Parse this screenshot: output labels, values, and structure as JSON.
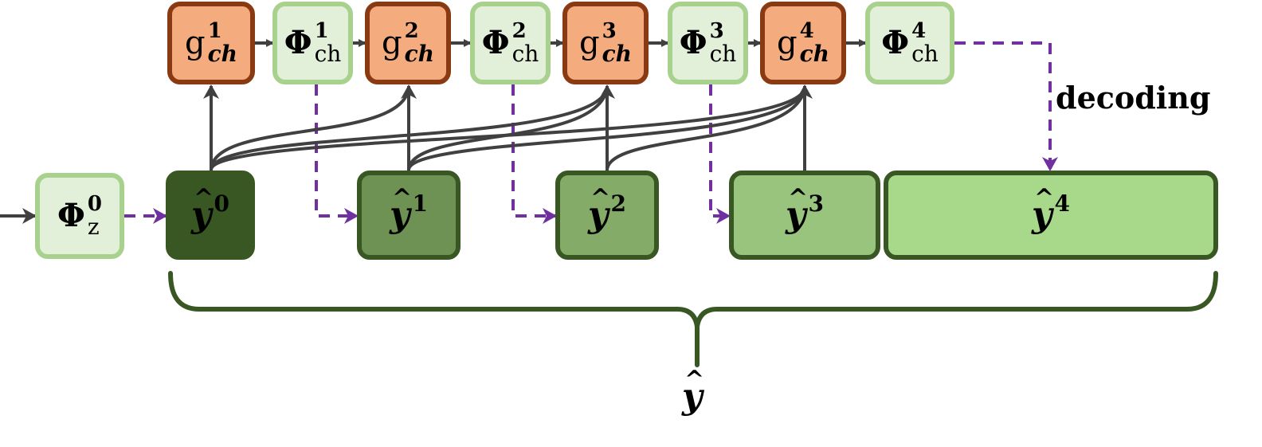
{
  "labels": {
    "g_base": "g",
    "g_sub": "ch",
    "phi_base": "Φ",
    "phi_ch_sub": "ch",
    "phi_z_sub": "z",
    "y_base": "y",
    "hat": "^",
    "decoding": "decoding"
  },
  "steps": [
    {
      "sup": "1"
    },
    {
      "sup": "2"
    },
    {
      "sup": "3"
    },
    {
      "sup": "4"
    }
  ],
  "phi_z": {
    "sup": "0"
  },
  "latents": [
    {
      "sup": "0"
    },
    {
      "sup": "1"
    },
    {
      "sup": "2"
    },
    {
      "sup": "3"
    },
    {
      "sup": "4"
    }
  ],
  "colors": {
    "g_fill": "#f4ac7f",
    "g_border": "#8a3a12",
    "phi_fill": "#e2f0d9",
    "phi_border": "#a9d18e",
    "y_border": "#385723",
    "arrow_dark": "#404040",
    "arrow_dashed": "#7030a0",
    "brace": "#385723"
  }
}
